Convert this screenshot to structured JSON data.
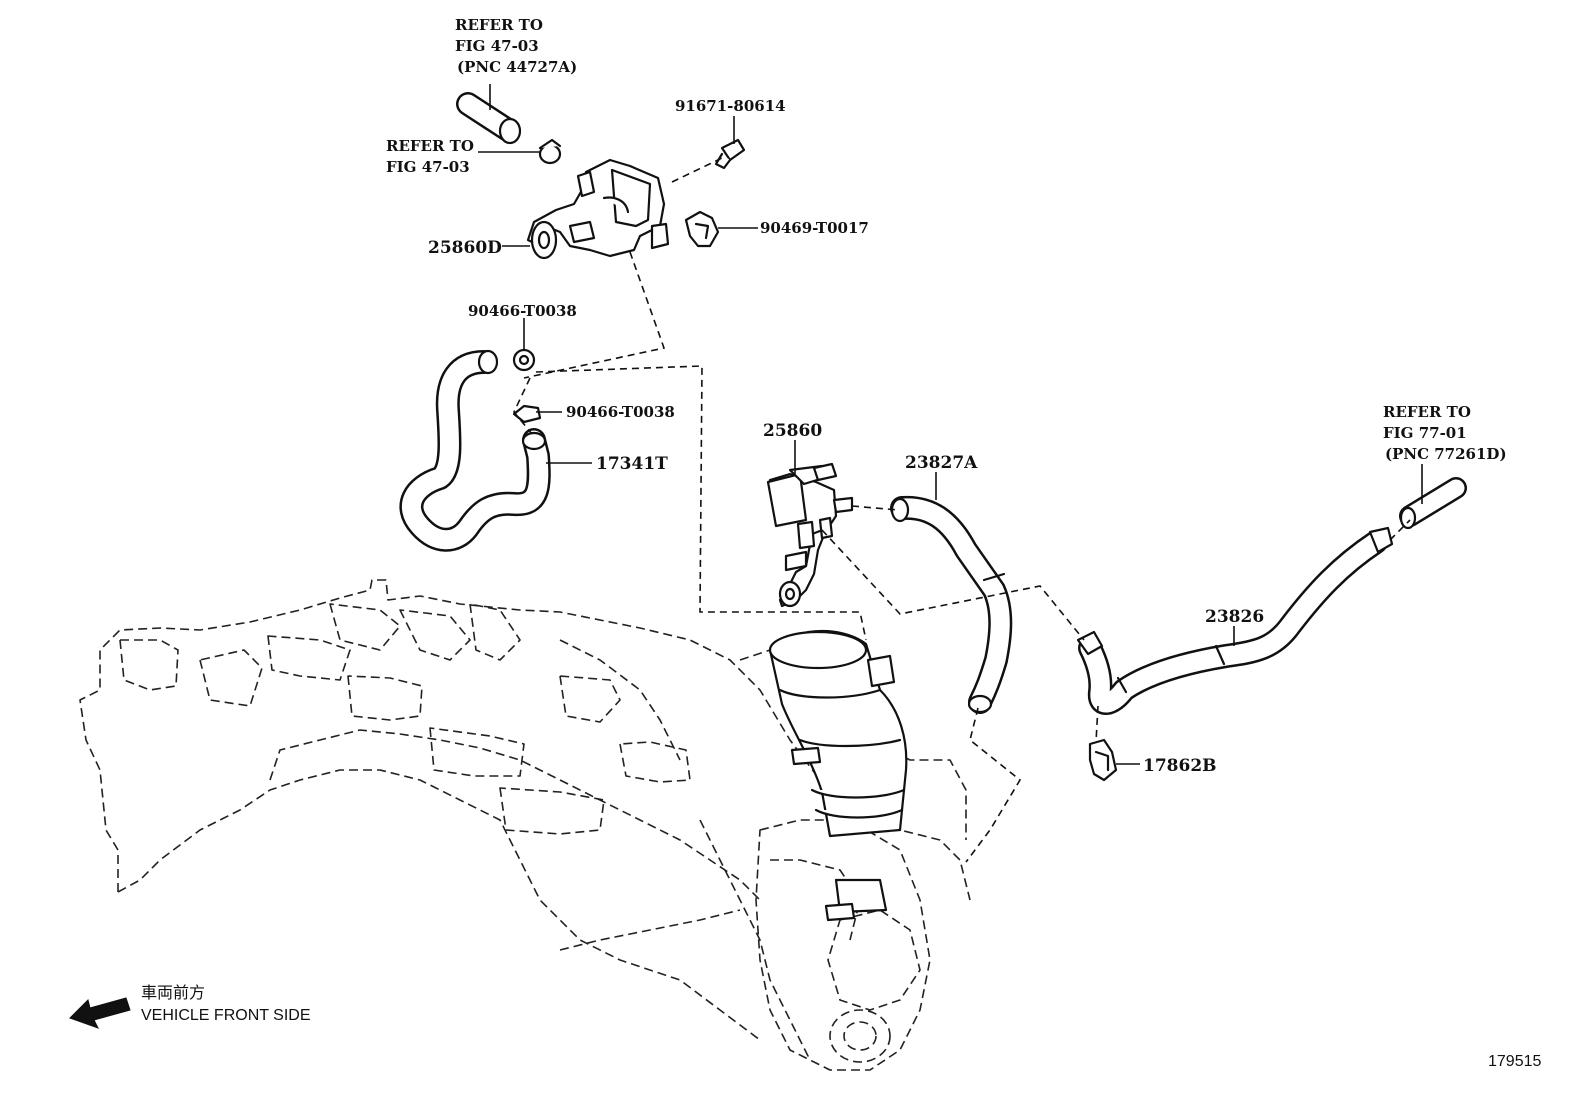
{
  "labels": {
    "ref_top": [
      "REFER TO",
      "FIG 47-03",
      "(PNC 44727A)"
    ],
    "ref_mid": [
      "REFER TO",
      "FIG 47-03"
    ],
    "ref_right": [
      "REFER TO",
      "FIG 77-01",
      "(PNC 77261D)"
    ],
    "p_91671": "91671-80614",
    "p_90469": "90469-T0017",
    "p_25860D": "25860D",
    "p_90466a": "90466-T0038",
    "p_90466b": "90466-T0038",
    "p_17341T": "17341T",
    "p_25860": "25860",
    "p_23827A": "23827A",
    "p_23826": "23826",
    "p_17862B": "17862B"
  },
  "orientation": {
    "jp": "車両前方",
    "en": "VEHICLE FRONT SIDE",
    "arrow_icon": "left-down-arrow"
  },
  "figure_id": "179515"
}
